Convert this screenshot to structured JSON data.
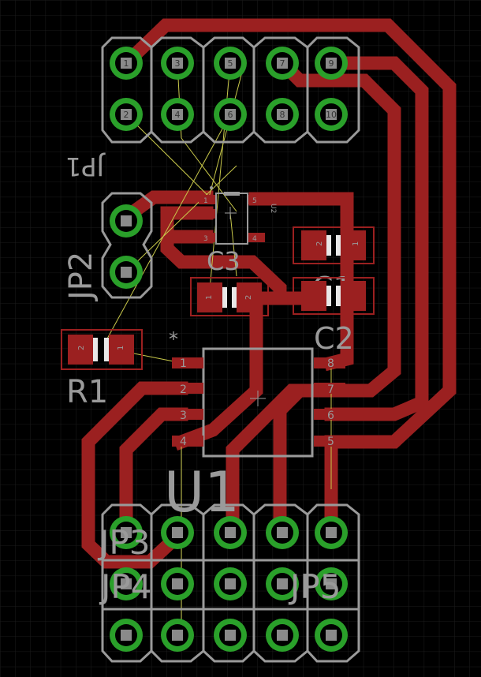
{
  "labels": {
    "jp1": "JP1",
    "jp2": "JP2",
    "jp3": "JP3",
    "jp4": "JP4",
    "jp5": "JP5",
    "u1": "U1",
    "u2": "U2",
    "c1": "C1",
    "c2": "C2",
    "c3": "C3",
    "r1": "R1",
    "pin1_marker": "*"
  },
  "jp1_pins": [
    "1",
    "2",
    "3",
    "4",
    "5",
    "6",
    "7",
    "8",
    "9",
    "10"
  ],
  "u1_pins": [
    "1",
    "2",
    "3",
    "4",
    "5",
    "6",
    "7",
    "8"
  ],
  "u2_pins": [
    "1",
    "3",
    "4",
    "5"
  ],
  "r1_pins": [
    "2",
    "1"
  ],
  "c1_pins": [
    "2",
    "1"
  ],
  "c3_pins": [
    "1",
    "2"
  ],
  "colors": {
    "background": "#000000",
    "grid": "#1e1e1e",
    "trace": "#9b2020",
    "pad": "#8a8a8a",
    "pad_ring": "#2aa02a",
    "silkscreen": "#9a9a9a",
    "airwire": "#c8c84a"
  }
}
